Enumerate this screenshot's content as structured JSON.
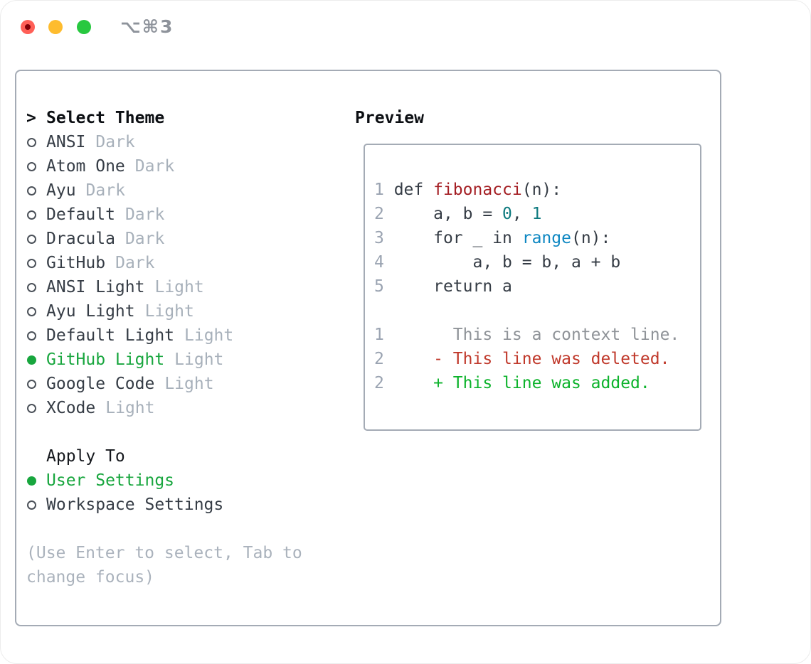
{
  "titlebar": {
    "title": "⌥⌘3",
    "buttons": [
      {
        "name": "close",
        "color": "#ff5f57"
      },
      {
        "name": "minimize",
        "color": "#febc2e"
      },
      {
        "name": "zoom",
        "color": "#28c840"
      }
    ]
  },
  "panel": {
    "theme_section": {
      "header_marker": ">",
      "header": "Select Theme",
      "items": [
        {
          "name": "ANSI",
          "variant": "Dark",
          "selected": false
        },
        {
          "name": "Atom One",
          "variant": "Dark",
          "selected": false
        },
        {
          "name": "Ayu",
          "variant": "Dark",
          "selected": false
        },
        {
          "name": "Default",
          "variant": "Dark",
          "selected": false
        },
        {
          "name": "Dracula",
          "variant": "Dark",
          "selected": false
        },
        {
          "name": "GitHub",
          "variant": "Dark",
          "selected": false
        },
        {
          "name": "ANSI Light",
          "variant": "Light",
          "selected": false
        },
        {
          "name": "Ayu Light",
          "variant": "Light",
          "selected": false
        },
        {
          "name": "Default Light",
          "variant": "Light",
          "selected": false
        },
        {
          "name": "GitHub Light",
          "variant": "Light",
          "selected": true
        },
        {
          "name": "Google Code",
          "variant": "Light",
          "selected": false
        },
        {
          "name": "XCode",
          "variant": "Light",
          "selected": false
        }
      ]
    },
    "apply_section": {
      "header": "Apply To",
      "items": [
        {
          "label": "User Settings",
          "selected": true
        },
        {
          "label": "Workspace Settings",
          "selected": false
        }
      ]
    },
    "hint_lines": [
      "(Use Enter to select, Tab to",
      "change focus)"
    ],
    "preview": {
      "header": "Preview",
      "lines": [
        [
          [
            "1 ",
            "num"
          ],
          [
            "def ",
            "code"
          ],
          [
            "fibonacci",
            "fn"
          ],
          [
            "(n):",
            "code"
          ]
        ],
        [
          [
            "2 ",
            "num"
          ],
          [
            "    a, b = ",
            "code"
          ],
          [
            "0",
            "lit"
          ],
          [
            ", ",
            "code"
          ],
          [
            "1",
            "lit"
          ]
        ],
        [
          [
            "3 ",
            "num"
          ],
          [
            "    for _ in ",
            "code"
          ],
          [
            "range",
            "call"
          ],
          [
            "(n):",
            "code"
          ]
        ],
        [
          [
            "4 ",
            "num"
          ],
          [
            "        a, b = b, a + b",
            "code"
          ]
        ],
        [
          [
            "5 ",
            "num"
          ],
          [
            "    return a",
            "code"
          ]
        ],
        [],
        [
          [
            "1 ",
            "num"
          ],
          [
            "      This is a context line.",
            "ctx"
          ]
        ],
        [
          [
            "2 ",
            "num"
          ],
          [
            "    - This line was deleted.",
            "del"
          ]
        ],
        [
          [
            "2 ",
            "num"
          ],
          [
            "    + This line was added.",
            "add"
          ]
        ]
      ]
    }
  },
  "colors": {
    "selected_green": "#18a63e",
    "added_green": "#0db32c",
    "deleted_red": "#c0392b",
    "function_red": "#a41e23",
    "number_teal": "#0e7a7f",
    "call_blue": "#0d87c2",
    "text_dark": "#353c45",
    "muted_gray": "#a7b0ba",
    "border_gray": "#a4abb5"
  }
}
